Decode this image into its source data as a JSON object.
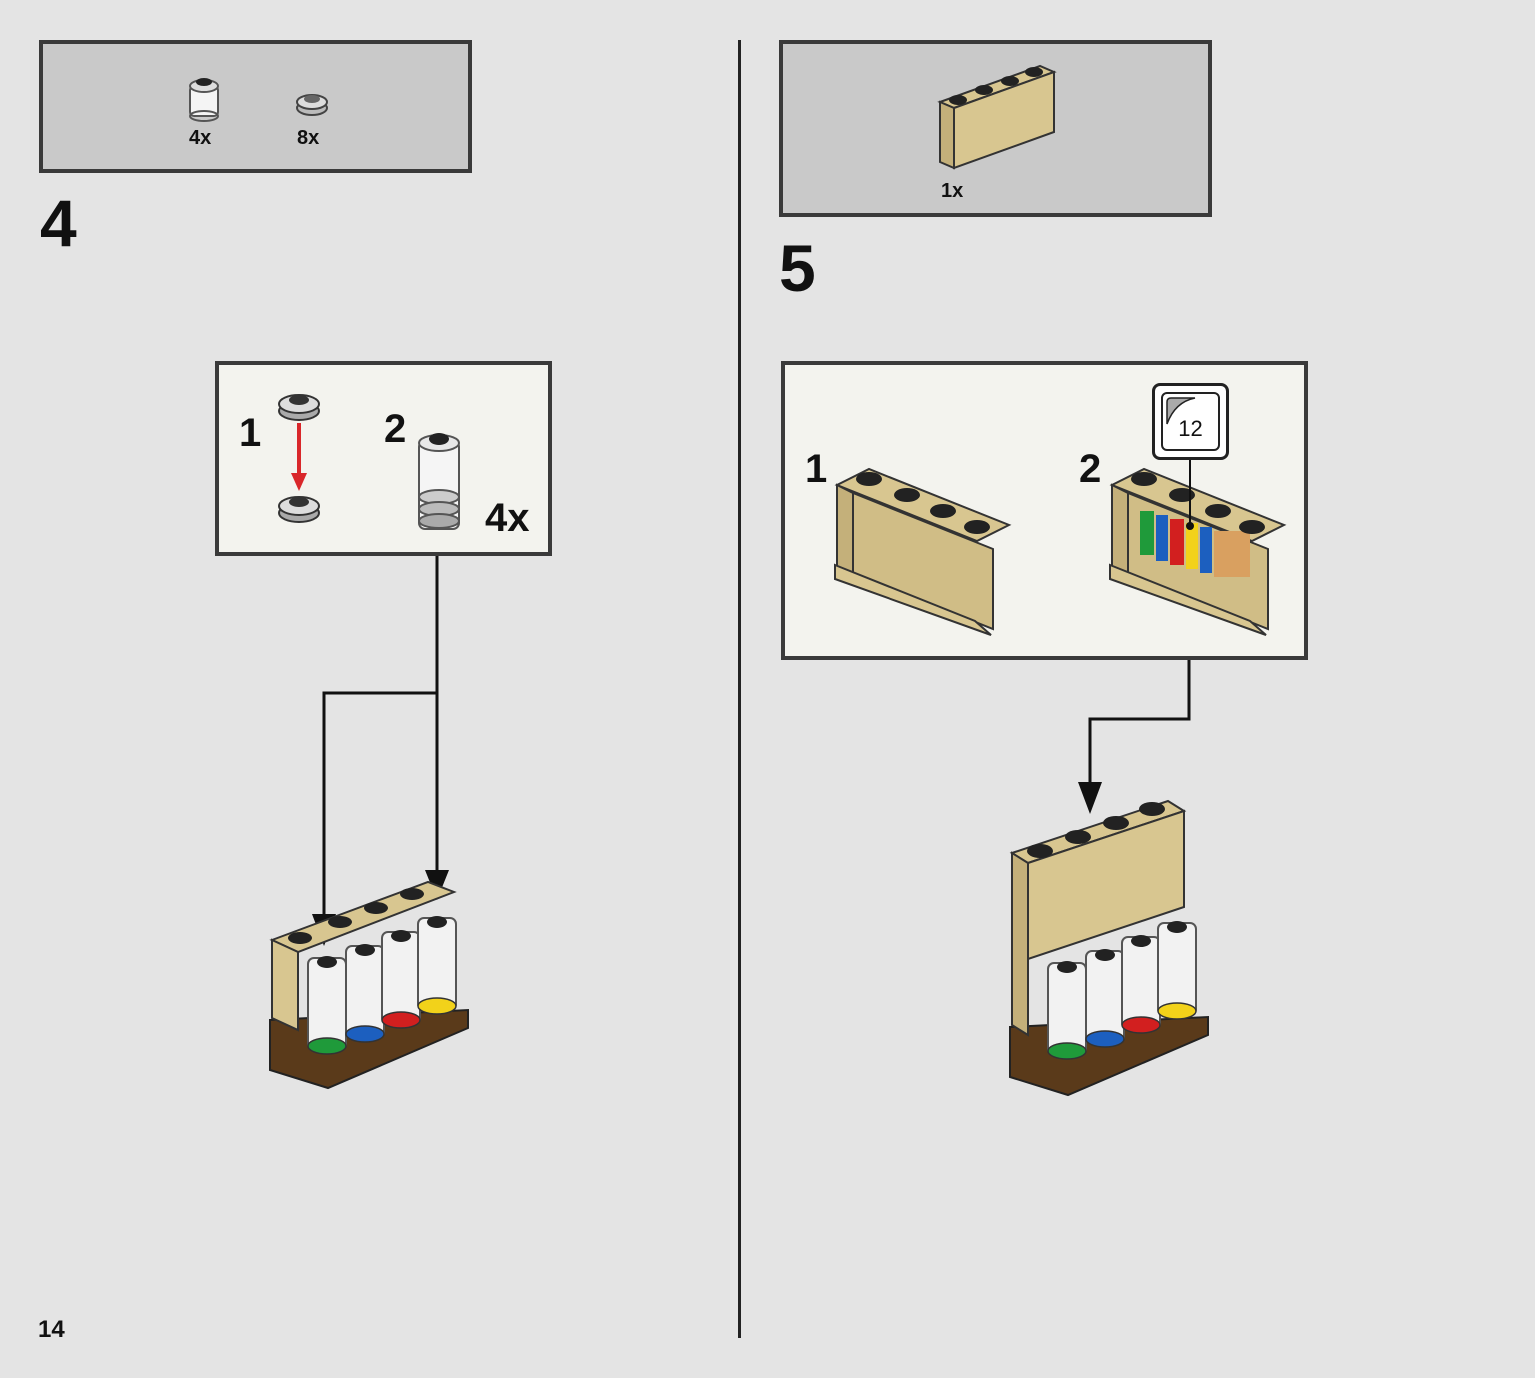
{
  "page": {
    "number": "14"
  },
  "step4": {
    "number": "4",
    "parts": [
      {
        "name": "trans-clear-round-brick",
        "qty": "4x"
      },
      {
        "name": "light-gray-round-plate",
        "qty": "8x"
      }
    ],
    "subassembly": {
      "sub1": "1",
      "sub2": "2",
      "multiplier": "4x"
    }
  },
  "step5": {
    "number": "5",
    "parts": [
      {
        "name": "tan-panel-1x4",
        "qty": "1x"
      }
    ],
    "subassembly": {
      "sub1": "1",
      "sub2": "2",
      "sticker": "12"
    }
  },
  "colors": {
    "background": "#e4e4e4",
    "tan": "#d8c690",
    "brown": "#5a3a1a",
    "arrow_red": "#d9262a",
    "green": "#1f9a3a",
    "blue": "#1c5fbf",
    "red": "#d21f1f",
    "yellow": "#f2d21a"
  }
}
